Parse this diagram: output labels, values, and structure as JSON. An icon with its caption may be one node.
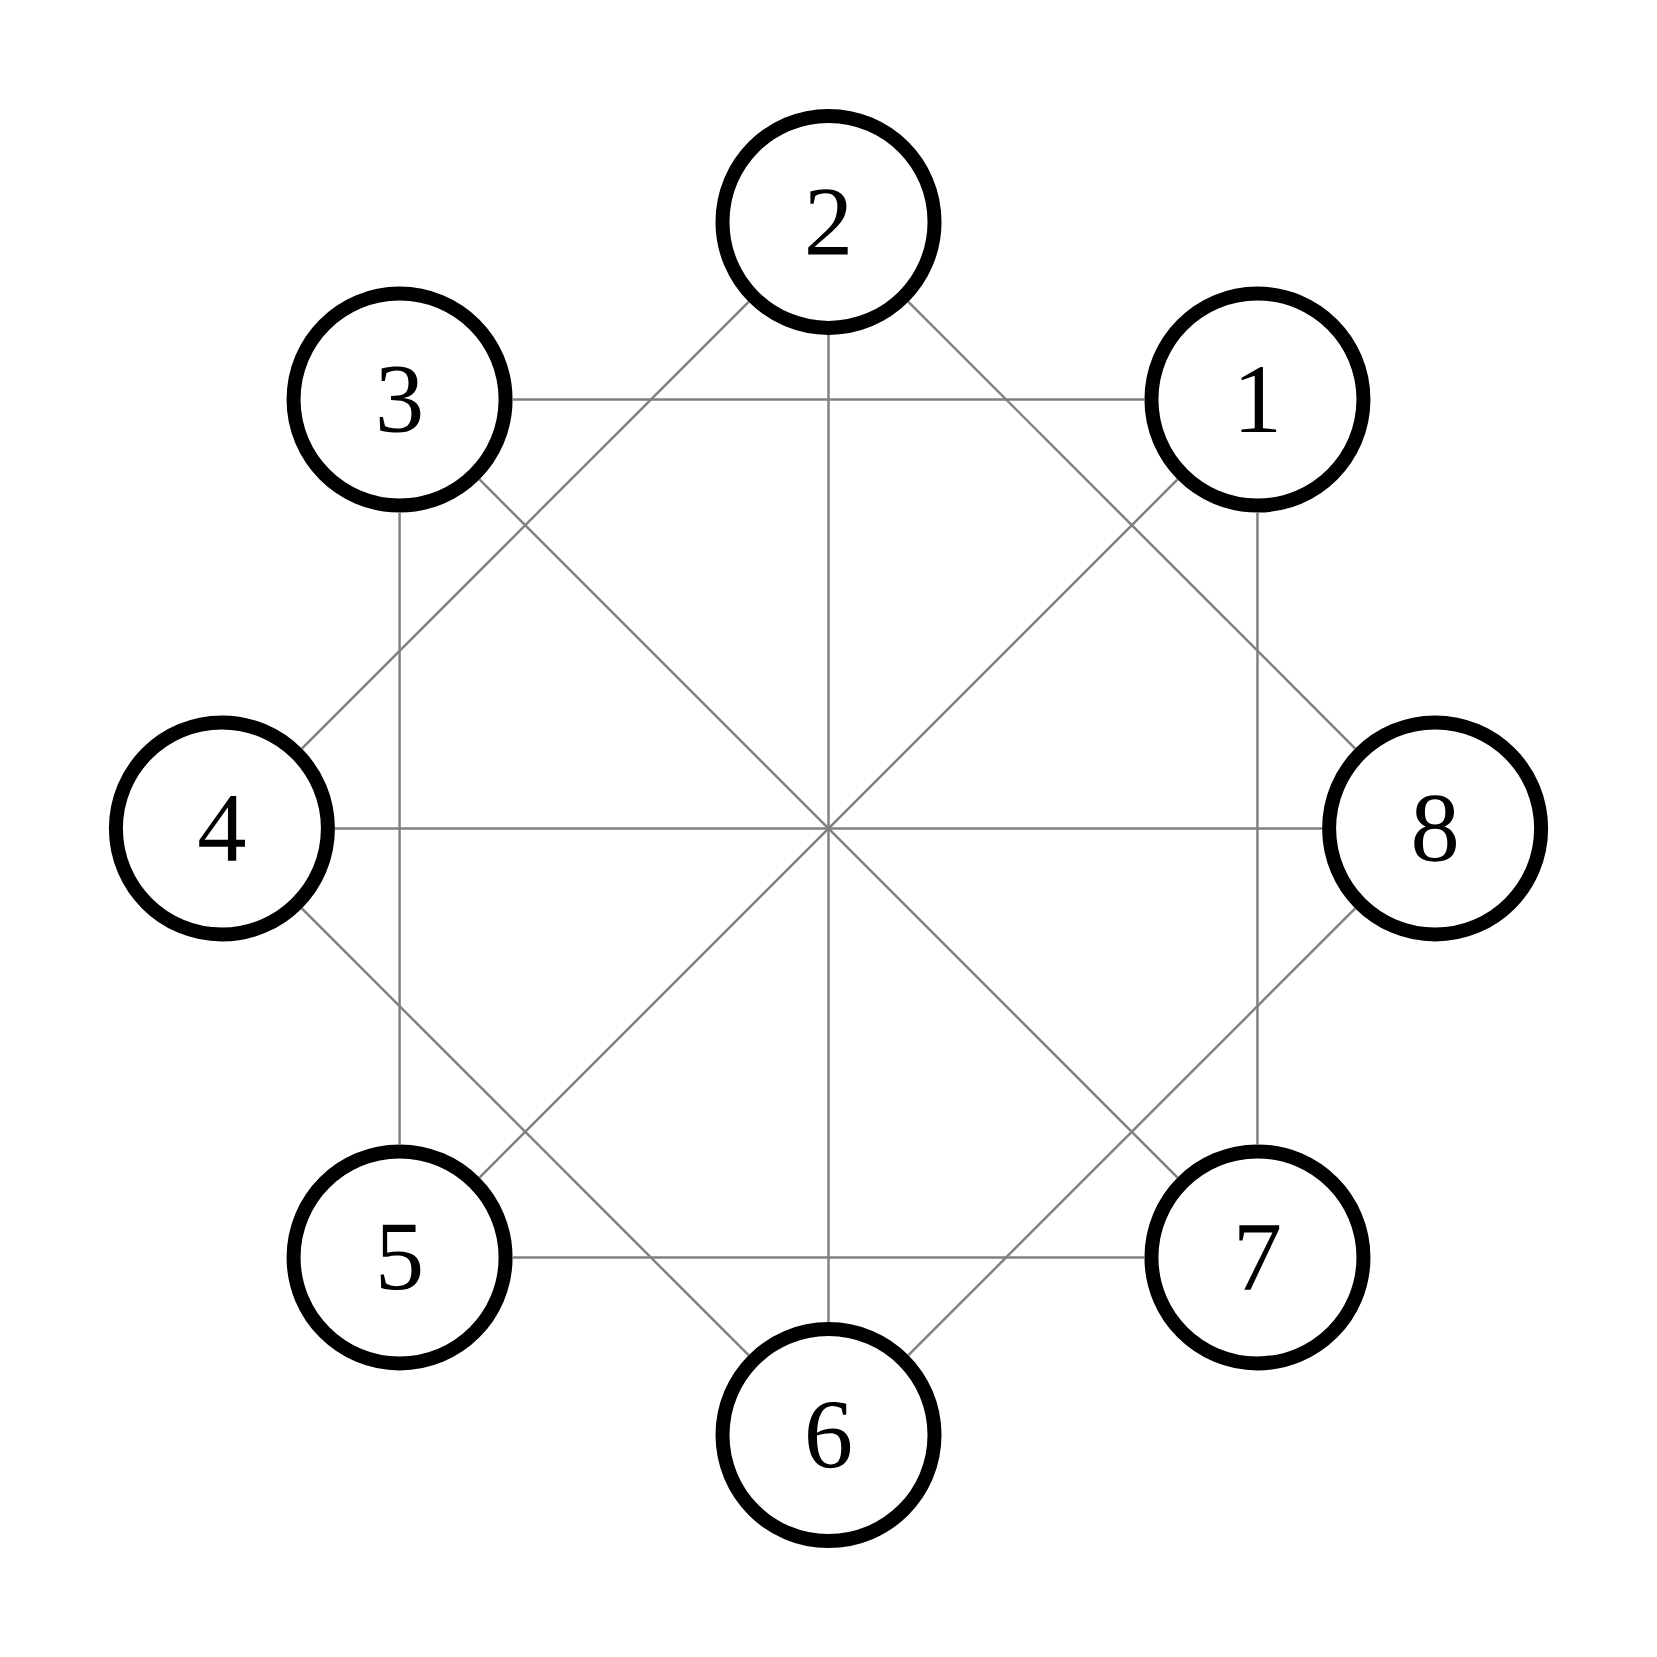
{
  "diagram": {
    "nodes": [
      {
        "text": [
          "2"
        ]
      },
      {
        "text": [
          "3"
        ]
      },
      {
        "text": [
          "1"
        ]
      },
      {
        "text": [
          "4"
        ]
      },
      {
        "text": [
          "8"
        ]
      },
      {
        "text": [
          "5"
        ]
      },
      {
        "text": [
          "7"
        ]
      },
      {
        "text": [
          "6"
        ]
      }
    ],
    "edges": [
      {
        "from": 1,
        "to": 2,
        "arrow": "none"
      },
      {
        "from": 0,
        "to": 3,
        "arrow": "none"
      },
      {
        "from": 0,
        "to": 4,
        "arrow": "none"
      },
      {
        "from": 0,
        "to": 7,
        "arrow": "none"
      },
      {
        "from": 1,
        "to": 5,
        "arrow": "none"
      },
      {
        "from": 1,
        "to": 6,
        "arrow": "none"
      },
      {
        "from": 2,
        "to": 6,
        "arrow": "none"
      },
      {
        "from": 2,
        "to": 5,
        "arrow": "none"
      },
      {
        "from": 3,
        "to": 4,
        "arrow": "none"
      },
      {
        "from": 3,
        "to": 7,
        "arrow": "none"
      },
      {
        "from": 4,
        "to": 7,
        "arrow": "none"
      },
      {
        "from": 5,
        "to": 6,
        "arrow": "none"
      }
    ]
  }
}
